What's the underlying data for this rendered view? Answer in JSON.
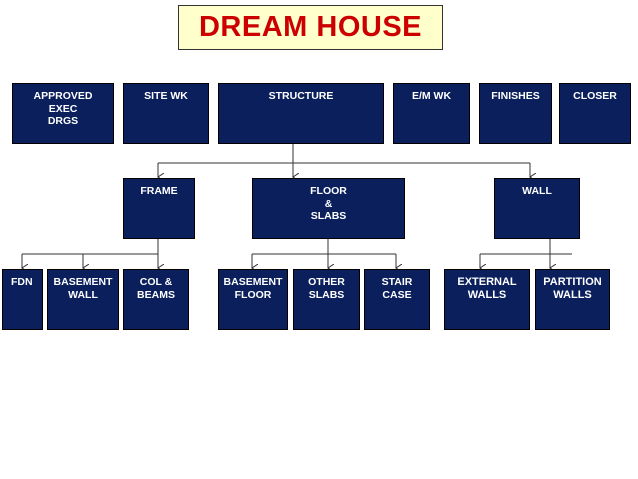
{
  "title": "DREAM HOUSE",
  "colors": {
    "box_fill": "#0a1f5c",
    "title_bg": "#ffffcc",
    "title_text": "#cc0000",
    "line": "#333333"
  },
  "top_level": [
    "APPROVED\nEXEC\nDRGS",
    "SITE WK",
    "STRUCTURE",
    "E/M WK",
    "FINISHES",
    "CLOSER"
  ],
  "structure_children": [
    "FRAME",
    "FLOOR\n&\nSLABS",
    "WALL"
  ],
  "frame_children": [
    "FDN",
    "BASEMENT\nWALL",
    "COL &\nBEAMS"
  ],
  "floor_children": [
    "BASEMENT\nFLOOR",
    "OTHER\nSLABS",
    "STAIR\nCASE"
  ],
  "wall_children": [
    "EXTERNAL\nWALLS",
    "PARTITION\nWALLS"
  ]
}
